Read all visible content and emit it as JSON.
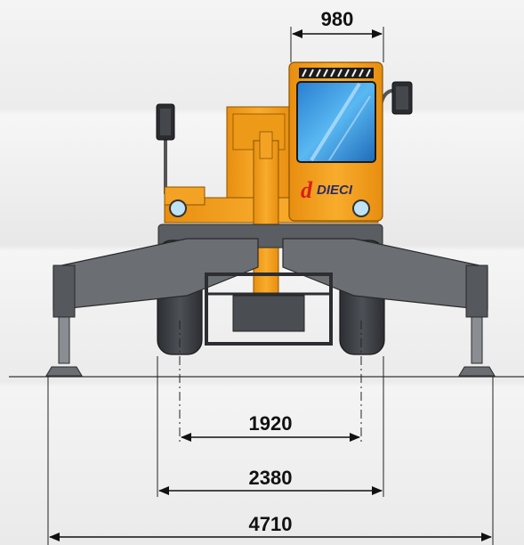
{
  "diagram": {
    "dimensions": {
      "cab_width": "980",
      "wheel_track": "1920",
      "overall_width": "2380",
      "outrigger_span": "4710"
    },
    "brand": {
      "logo_letter": "d",
      "logo_text": "DIECI"
    },
    "colors": {
      "machine_orange": "#f5a020",
      "frame_gray": "#6b6e73",
      "tyre_dark": "#3a3c40",
      "glass_blue": "#3aa0e8",
      "dimension_line": "#111111"
    }
  }
}
